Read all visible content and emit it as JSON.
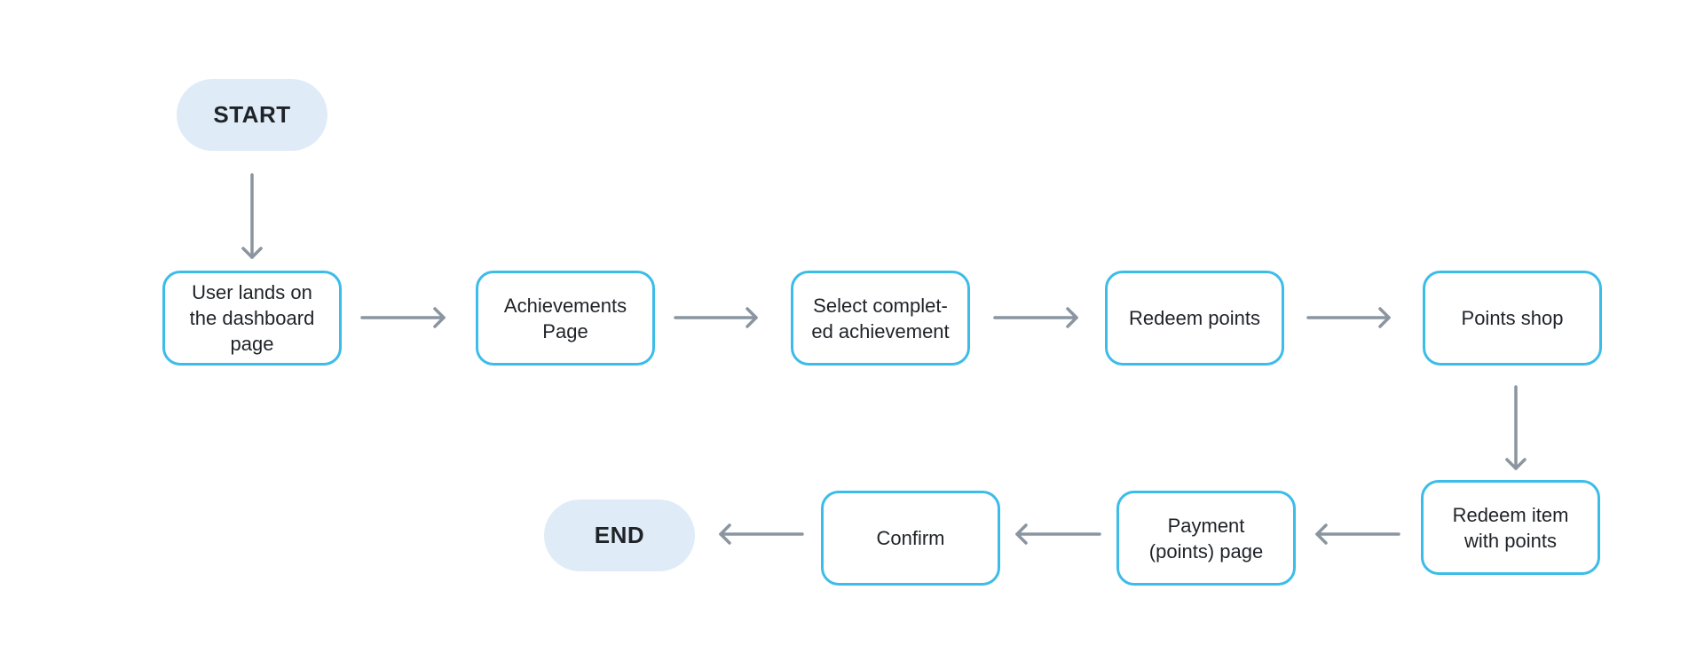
{
  "nodes": {
    "start": "START",
    "dashboard": "User lands on\nthe dashboard\npage",
    "achievements": "Achievements\nPage",
    "select_achievement": "Select complet-\ned achievement",
    "redeem_points": "Redeem points",
    "points_shop": "Points shop",
    "redeem_item": "Redeem item\nwith points",
    "payment_page": "Payment\n(points) page",
    "confirm": "Confirm",
    "end": "END"
  },
  "colors": {
    "step_border": "#3cbce8",
    "terminal_fill": "#dfecf7",
    "arrow": "#8a95a0",
    "text": "#1f2328"
  }
}
